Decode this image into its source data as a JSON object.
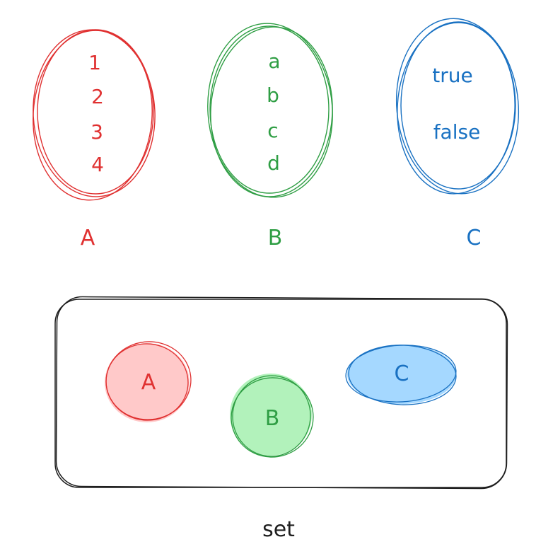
{
  "sets": {
    "a": {
      "items": [
        "1",
        "2",
        "3",
        "4"
      ],
      "label": "A",
      "color": "#e03131"
    },
    "b": {
      "items": [
        "a",
        "b",
        "c",
        "d"
      ],
      "label": "B",
      "color": "#2f9e44"
    },
    "c": {
      "items": [
        "true",
        "false"
      ],
      "label": "C",
      "color": "#1971c2"
    }
  },
  "container": {
    "label": "set",
    "stroke": "#1e1e1e",
    "members": [
      {
        "label": "A",
        "stroke": "#e03131",
        "fill": "#ffc9c9"
      },
      {
        "label": "B",
        "stroke": "#2f9e44",
        "fill": "#b2f2bb"
      },
      {
        "label": "C",
        "stroke": "#1971c2",
        "fill": "#a5d8ff"
      }
    ]
  }
}
